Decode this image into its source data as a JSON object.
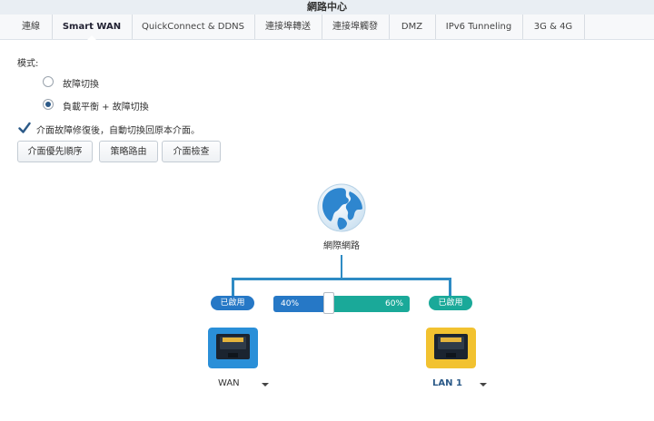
{
  "window": {
    "title": "網路中心"
  },
  "tabs": [
    {
      "label": "連線",
      "active": false
    },
    {
      "label": "Smart WAN",
      "active": true
    },
    {
      "label": "QuickConnect & DDNS",
      "active": false
    },
    {
      "label": "連接埠轉送",
      "active": false
    },
    {
      "label": "連接埠觸發",
      "active": false
    },
    {
      "label": "DMZ",
      "active": false
    },
    {
      "label": "IPv6 Tunneling",
      "active": false
    },
    {
      "label": "3G & 4G",
      "active": false
    }
  ],
  "mode": {
    "label": "模式:",
    "options": [
      {
        "label": "故障切換",
        "selected": false
      },
      {
        "label": "負載平衡 + 故障切換",
        "selected": true
      }
    ]
  },
  "auto_switch": {
    "label": "介面故障修復後，自動切換回原本介面。",
    "checked": true
  },
  "buttons": {
    "priority": "介面優先順序",
    "policy_routing": "策略路由",
    "interface_check": "介面檢查"
  },
  "diagram": {
    "internet_label": "網際網路",
    "left_status": "已啟用",
    "right_status": "已啟用",
    "left_percent": "40%",
    "right_percent": "60%",
    "left_share": 40,
    "right_share": 60,
    "left_port": "WAN",
    "right_port": "LAN 1",
    "colors": {
      "left": "#2678c6",
      "right": "#1aa999",
      "wan_port": "#2a8fd8",
      "lan_port": "#f2c230"
    },
    "icons": {
      "internet": "globe-icon",
      "left_port": "ethernet-port-icon",
      "right_port": "ethernet-port-icon"
    }
  }
}
